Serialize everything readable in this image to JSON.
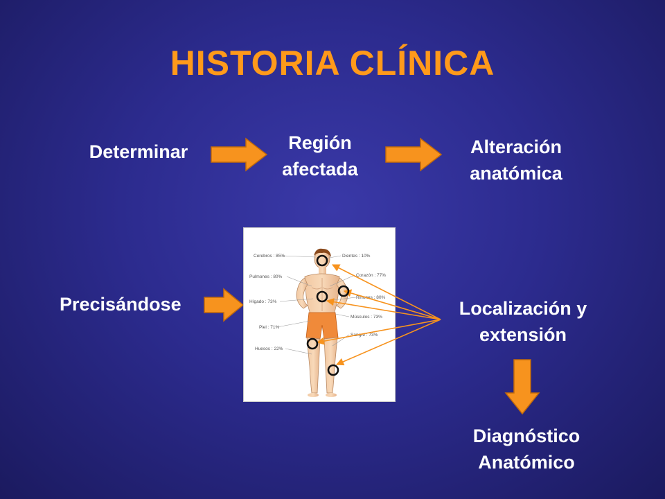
{
  "slide": {
    "title": "HISTORIA CLÍNICA"
  },
  "flow_top": {
    "step1": "Determinar",
    "step2_line1": "Región",
    "step2_line2": "afectada",
    "step3_line1": "Alteración",
    "step3_line2": "anatómica"
  },
  "flow_bottom": {
    "left_label": "Precisándose",
    "right_line1": "Localización y",
    "right_line2": "extensión",
    "result_line1": "Diagnóstico",
    "result_line2": "Anatómico"
  },
  "figure": {
    "labels": {
      "cerebros": "Cerebros : 85%",
      "pulmones": "Pulmones : 80%",
      "higado": "Hígado : 73%",
      "piel": "Piel : 71%",
      "huesos": "Huesos : 22%",
      "dientes": "Dientes : 10%",
      "corazon": "Corazón : 77%",
      "rinones": "Riñones : 80%",
      "musculos": "Músculos : 73%",
      "sangre": "Sangre : 73%"
    }
  },
  "colors": {
    "title": "#ff9a1a",
    "arrow": "#f7931e",
    "text": "#ffffff",
    "background": "#2c2b8e"
  }
}
